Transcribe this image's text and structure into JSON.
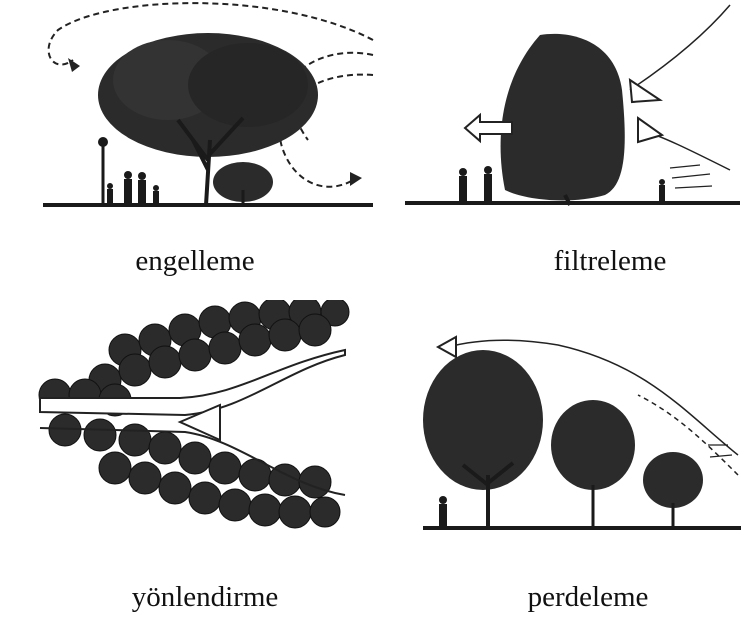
{
  "panels": [
    {
      "id": "engelleme",
      "caption": "engelleme"
    },
    {
      "id": "filtreleme",
      "caption": "filtreleme"
    },
    {
      "id": "yonlendirme",
      "caption": "yönlendirme"
    },
    {
      "id": "perdeleme",
      "caption": "perdeleme"
    }
  ],
  "colors": {
    "ink": "#1a1a1a",
    "foliage": "#2b2b2b",
    "paper": "#ffffff"
  }
}
